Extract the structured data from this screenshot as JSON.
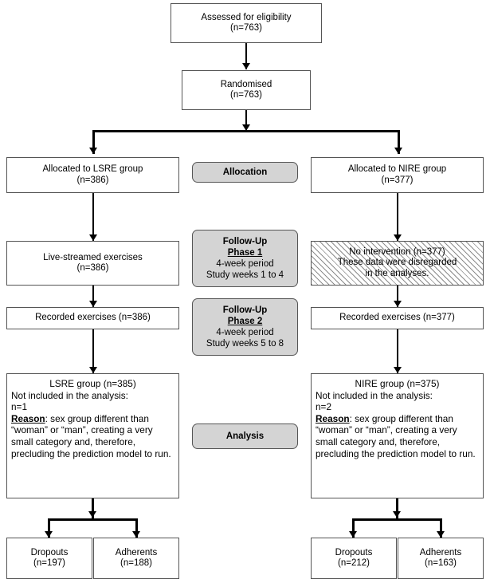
{
  "diagram": {
    "title": "CONSORT participant flow diagram",
    "colors": {
      "stage_fill": "#d4d4d4",
      "box_border": "#555555",
      "line": "#000000",
      "hatch": "#8c8c8c",
      "background": "#ffffff"
    },
    "top": {
      "assessed": {
        "line1": "Assessed for eligibility",
        "line2": "(n=763)"
      },
      "randomised": {
        "line1": "Randomised",
        "line2": "(n=763)"
      }
    },
    "stages": {
      "allocation": {
        "label": "Allocation"
      },
      "followup_phase1": {
        "title": "Follow-Up",
        "phase": "Phase 1",
        "period": "4-week period",
        "weeks": "Study weeks 1 to 4"
      },
      "followup_phase2": {
        "title": "Follow-Up",
        "phase": "Phase 2",
        "period": "4-week period",
        "weeks": "Study weeks 5 to 8"
      },
      "analysis": {
        "label": "Analysis"
      }
    },
    "left": {
      "allocated": {
        "line1": "Allocated to LSRE group",
        "line2": "(n=386)"
      },
      "phase1": {
        "line1": "Live-streamed exercises",
        "line2": "(n=386)"
      },
      "phase2": {
        "line1": "Recorded exercises (n=386)"
      },
      "analysis": {
        "first": "LSRE group (n=385)",
        "line2": "Not included in the analysis:",
        "line3": "n=1",
        "reason_label": "Reason",
        "reason_text": ": sex group different than “woman” or “man”, creating a very small category and, therefore, precluding the prediction model to run."
      },
      "dropouts": {
        "line1": "Dropouts",
        "line2": "(n=197)"
      },
      "adherents": {
        "line1": "Adherents",
        "line2": "(n=188)"
      }
    },
    "right": {
      "allocated": {
        "line1": "Allocated to NIRE group",
        "line2": "(n=377)"
      },
      "phase1": {
        "line1": "No intervention (n=377)",
        "line2": "These data were disregarded",
        "line3": "in the analyses."
      },
      "phase2": {
        "line1": "Recorded exercises (n=377)"
      },
      "analysis": {
        "first": "NIRE group (n=375)",
        "line2": "Not included in the analysis:",
        "line3": "n=2",
        "reason_label": "Reason",
        "reason_text": ": sex group different than “woman” or “man”, creating a very small category and, therefore, precluding the prediction model to run."
      },
      "dropouts": {
        "line1": "Dropouts",
        "line2": "(n=212)"
      },
      "adherents": {
        "line1": "Adherents",
        "line2": "(n=163)"
      }
    }
  }
}
